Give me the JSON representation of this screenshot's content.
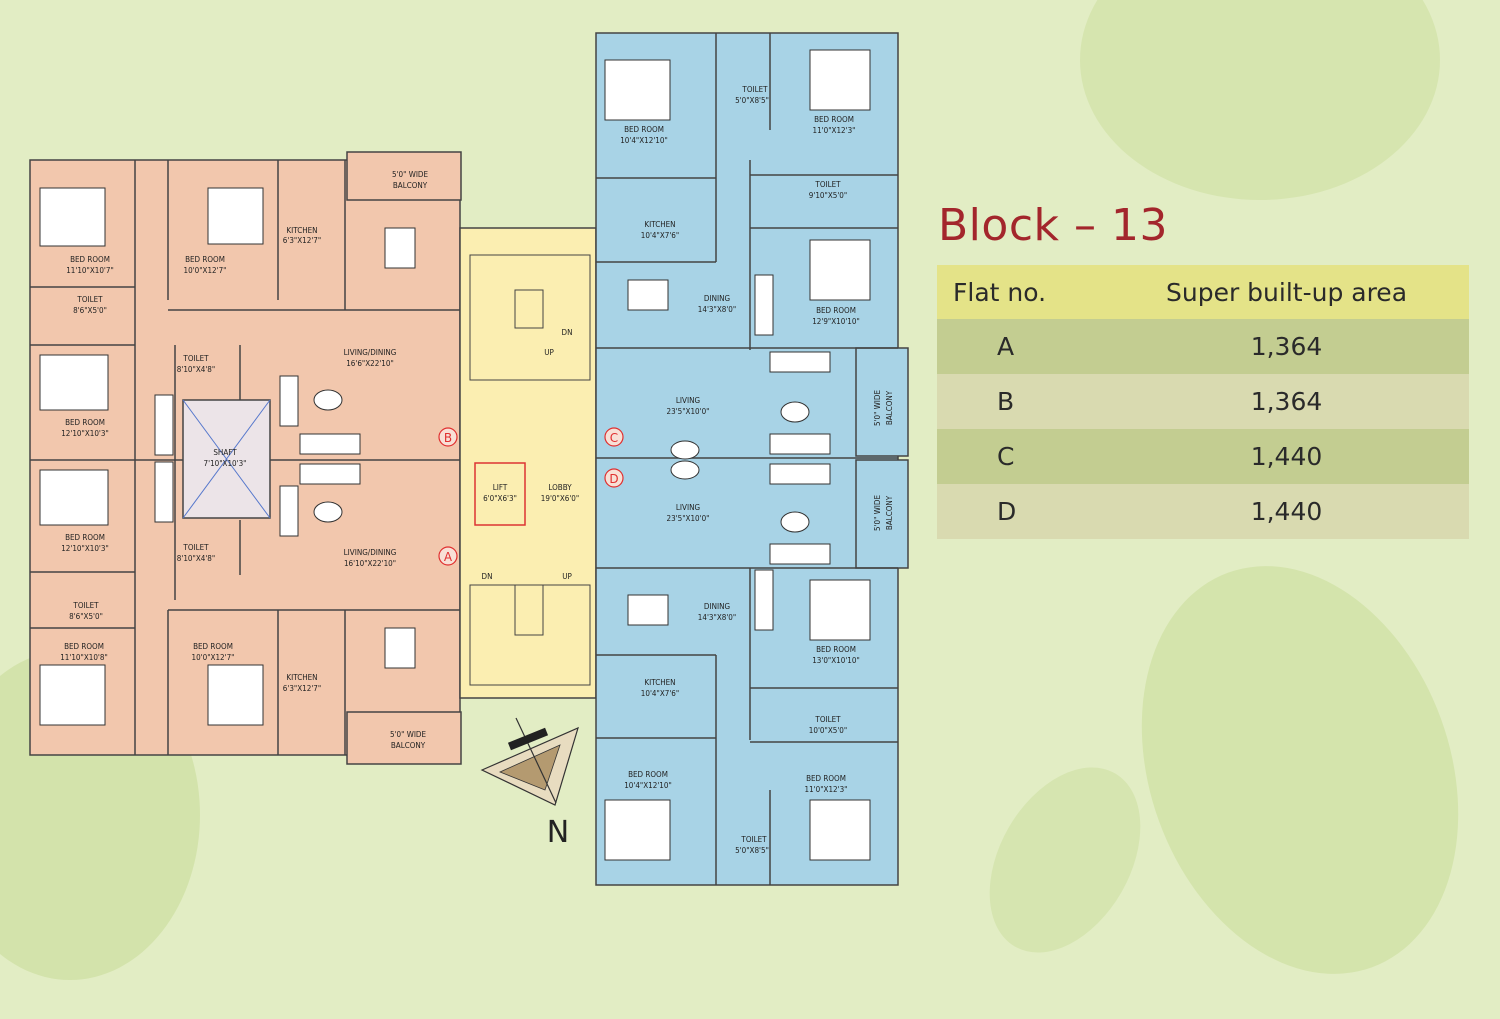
{
  "title": "Block – 13",
  "table": {
    "headers": [
      "Flat no.",
      "Super built-up area"
    ],
    "rows": [
      {
        "flat": "A",
        "area": "1,364"
      },
      {
        "flat": "B",
        "area": "1,364"
      },
      {
        "flat": "C",
        "area": "1,440"
      },
      {
        "flat": "D",
        "area": "1,440"
      }
    ]
  },
  "compass": "N",
  "flat_markers": [
    "A",
    "B",
    "C",
    "D"
  ],
  "colors": {
    "left_wing": "#f2c7ad",
    "right_wing": "#a8d3e6",
    "core": "#fbeeb1",
    "wall": "#444444",
    "marker": "#e03030",
    "title": "#a3262c"
  },
  "rooms": {
    "left_top": [
      {
        "name": "BED ROOM",
        "dim": "11'10\"X10'7\""
      },
      {
        "name": "BED ROOM",
        "dim": "10'0\"X12'7\""
      },
      {
        "name": "KITCHEN",
        "dim": "6'3\"X12'7\""
      },
      {
        "name": "5'0\" WIDE",
        "dim": "BALCONY"
      },
      {
        "name": "TOILET",
        "dim": "8'6\"X5'0\""
      },
      {
        "name": "TOILET",
        "dim": "8'10\"X4'8\""
      },
      {
        "name": "LIVING/DINING",
        "dim": "16'6\"X22'10\""
      },
      {
        "name": "BED ROOM",
        "dim": "12'10\"X10'3\""
      },
      {
        "name": "SHAFT",
        "dim": "7'10\"X10'3\""
      }
    ],
    "left_bottom": [
      {
        "name": "BED ROOM",
        "dim": "12'10\"X10'3\""
      },
      {
        "name": "TOILET",
        "dim": "8'10\"X4'8\""
      },
      {
        "name": "LIVING/DINING",
        "dim": "16'10\"X22'10\""
      },
      {
        "name": "TOILET",
        "dim": "8'6\"X5'0\""
      },
      {
        "name": "BED ROOM",
        "dim": "11'10\"X10'8\""
      },
      {
        "name": "BED ROOM",
        "dim": "10'0\"X12'7\""
      },
      {
        "name": "KITCHEN",
        "dim": "6'3\"X12'7\""
      },
      {
        "name": "5'0\" WIDE",
        "dim": "BALCONY"
      }
    ],
    "core": [
      {
        "name": "LIFT",
        "dim": "6'0\"X6'3\""
      },
      {
        "name": "LOBBY",
        "dim": "19'0\"X6'0\""
      },
      {
        "name": "DN",
        "dim": ""
      },
      {
        "name": "UP",
        "dim": ""
      }
    ],
    "right_top": [
      {
        "name": "BED ROOM",
        "dim": "10'4\"X12'10\""
      },
      {
        "name": "TOILET",
        "dim": "5'0\"X8'5\""
      },
      {
        "name": "BED ROOM",
        "dim": "11'0\"X12'3\""
      },
      {
        "name": "TOILET",
        "dim": "9'10\"X5'0\""
      },
      {
        "name": "KITCHEN",
        "dim": "10'4\"X7'6\""
      },
      {
        "name": "DINING",
        "dim": "14'3\"X8'0\""
      },
      {
        "name": "BED ROOM",
        "dim": "12'9\"X10'10\""
      },
      {
        "name": "LIVING",
        "dim": "23'5\"X10'0\""
      },
      {
        "name": "5'0\" WIDE",
        "dim": "BALCONY"
      }
    ],
    "right_bottom": [
      {
        "name": "LIVING",
        "dim": "23'5\"X10'0\""
      },
      {
        "name": "5'0\" WIDE",
        "dim": "BALCONY"
      },
      {
        "name": "DINING",
        "dim": "14'3\"X8'0\""
      },
      {
        "name": "BED ROOM",
        "dim": "13'0\"X10'10\""
      },
      {
        "name": "KITCHEN",
        "dim": "10'4\"X7'6\""
      },
      {
        "name": "TOILET",
        "dim": "10'0\"X5'0\""
      },
      {
        "name": "BED ROOM",
        "dim": "10'4\"X12'10\""
      },
      {
        "name": "BED ROOM",
        "dim": "11'0\"X12'3\""
      },
      {
        "name": "TOILET",
        "dim": "5'0\"X8'5\""
      }
    ]
  }
}
